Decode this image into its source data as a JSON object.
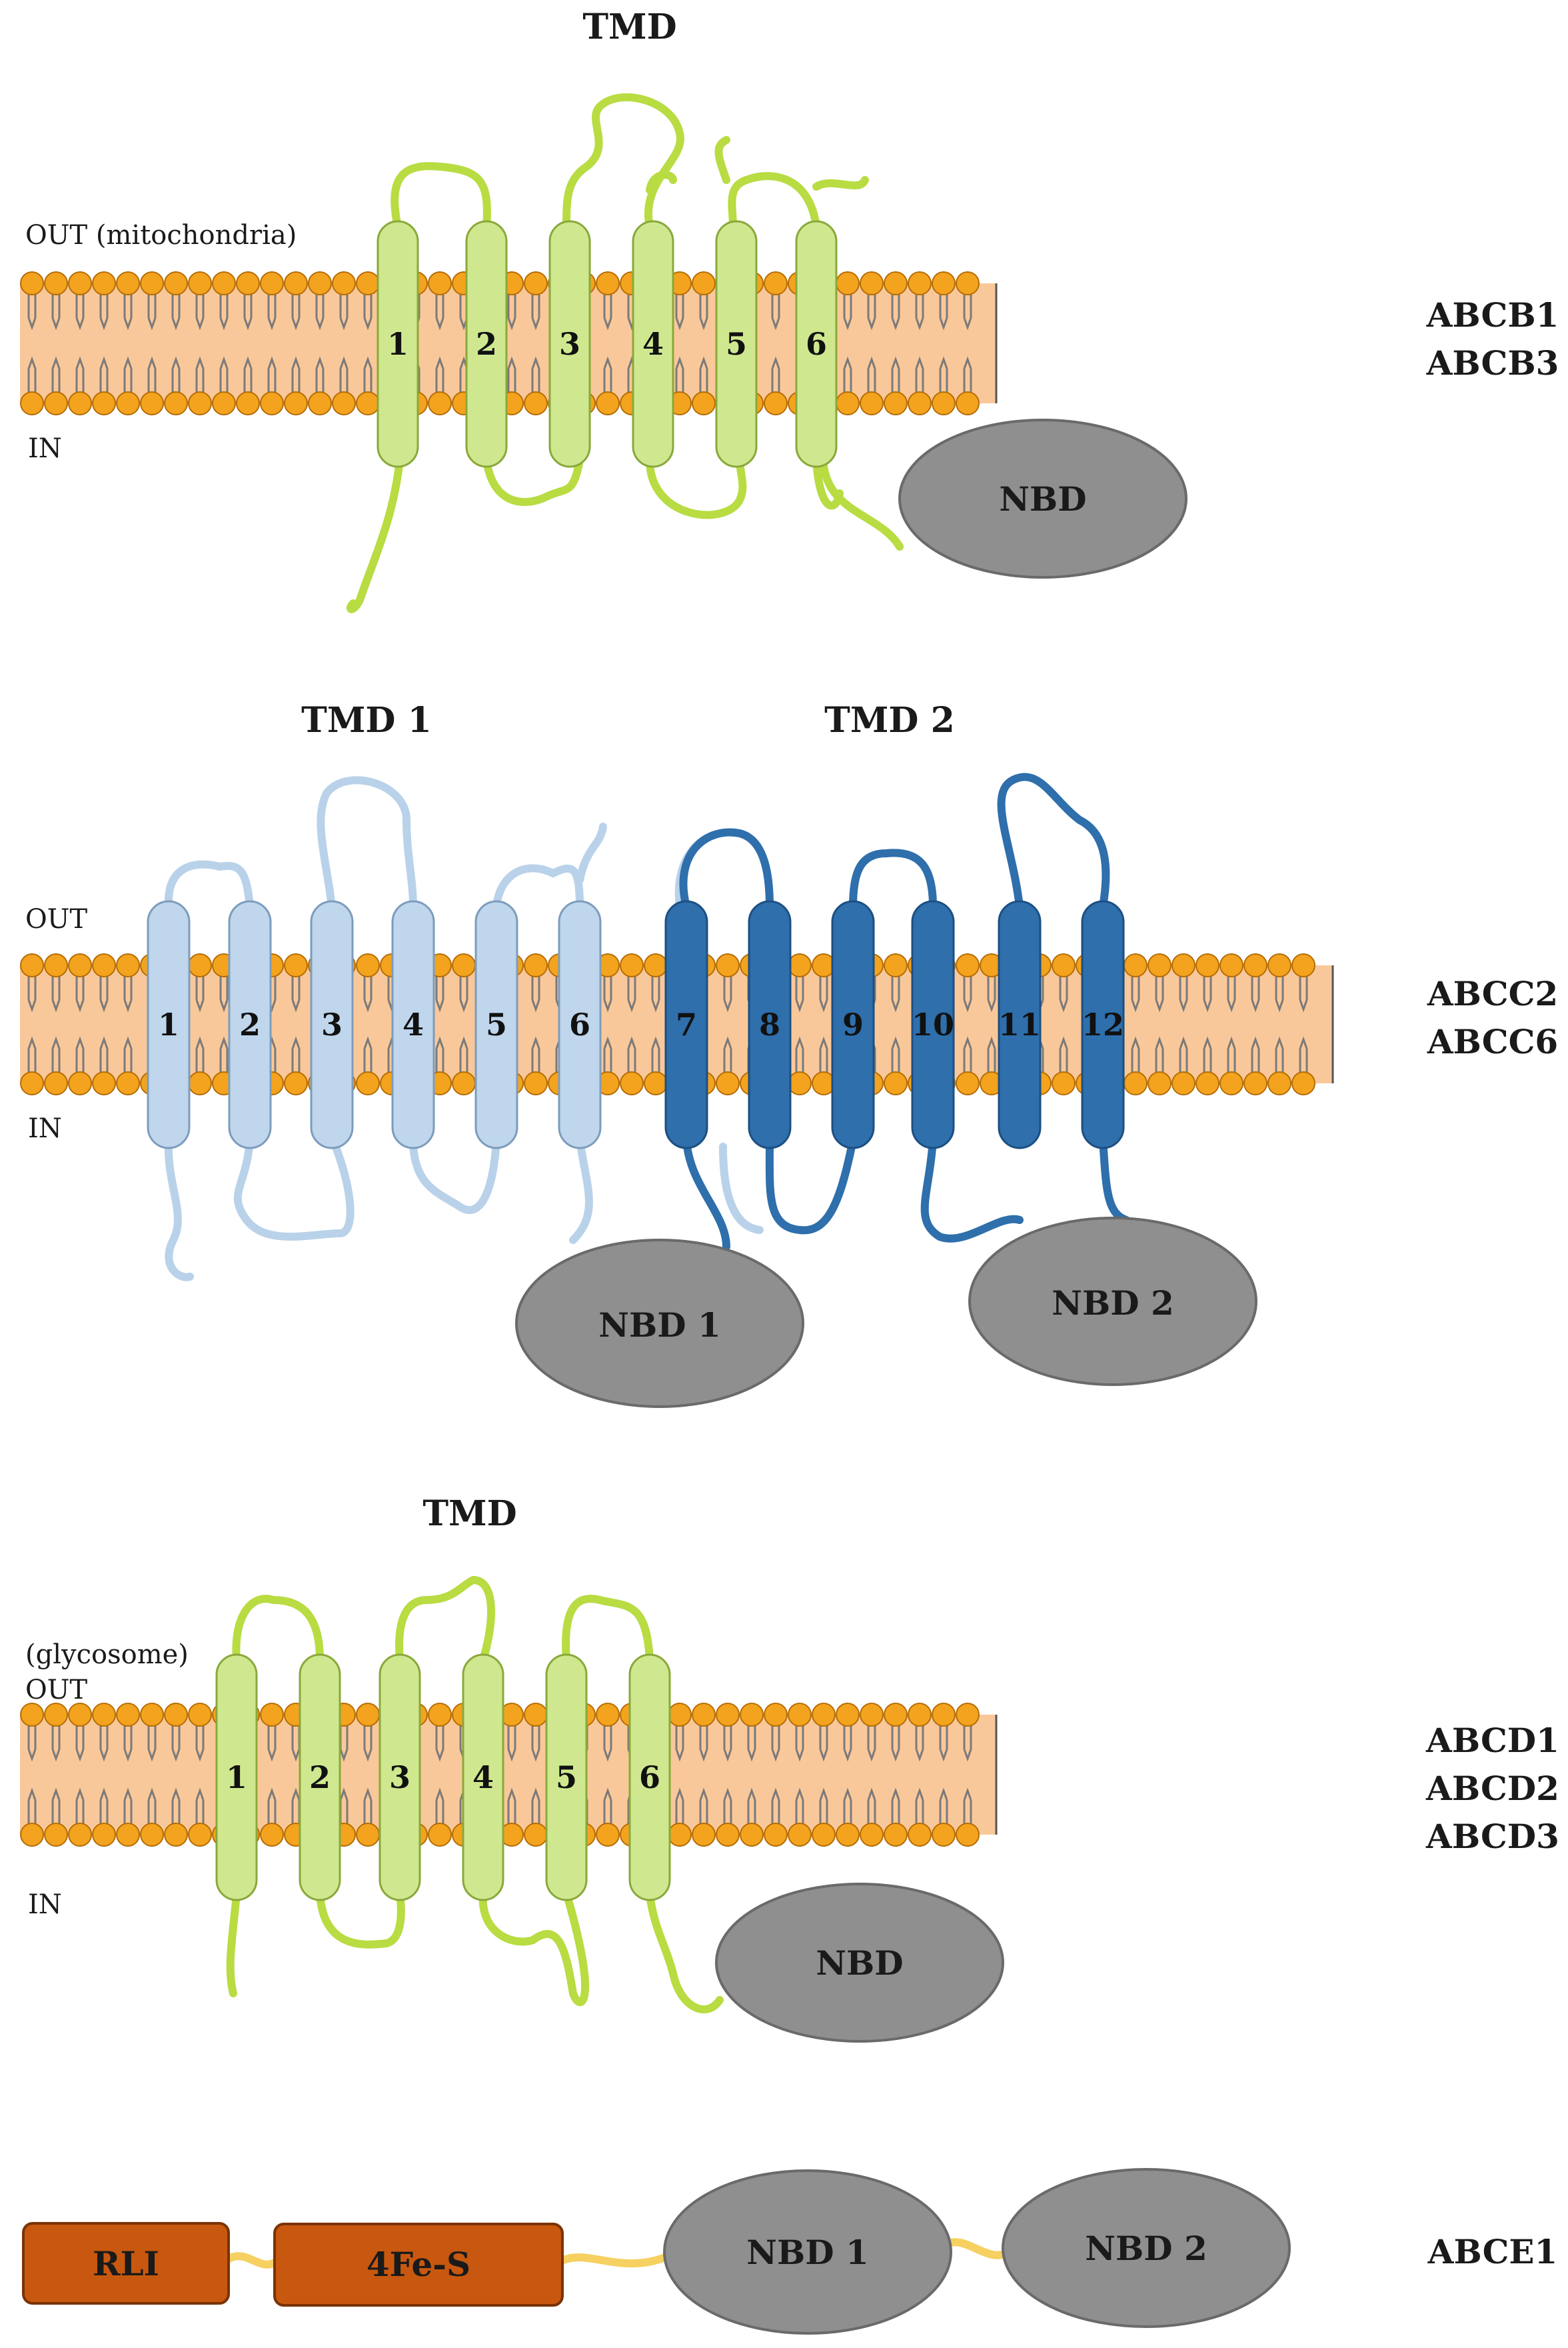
{
  "colors": {
    "membrane_fill": "#f9c89a",
    "head": "#f3a31e",
    "head_edge": "#b56d05",
    "tail": "#7a7a7a",
    "helix_green": "#cfe88f",
    "helix_green_edge": "#8aa83a",
    "loop_green": "#b8dc42",
    "helix_lightblue": "#bfd6ec",
    "helix_lightblue_edge": "#7d9cbd",
    "loop_lightblue": "#b9d2ea",
    "helix_darkblue": "#2e6fac",
    "helix_darkblue_edge": "#1d4f82",
    "nbd": "#8f8f8f",
    "nbd_edge": "#6a6a6a",
    "domain_box": "#c8580f",
    "domain_box_edge": "#7a3306",
    "linker": "#f6d060"
  },
  "panel1": {
    "tmd_label": "TMD",
    "out_label": "OUT (mitochondria)",
    "in_label": "IN",
    "helices": [
      "1",
      "2",
      "3",
      "4",
      "5",
      "6"
    ],
    "nbd_label": "NBD",
    "families": [
      "ABCB1",
      "ABCB3"
    ]
  },
  "panel2": {
    "tmd1_label": "TMD 1",
    "tmd2_label": "TMD 2",
    "out_label": "OUT",
    "in_label": "IN",
    "helices": [
      "1",
      "2",
      "3",
      "4",
      "5",
      "6",
      "7",
      "8",
      "9",
      "10",
      "11",
      "12"
    ],
    "nbd1_label": "NBD 1",
    "nbd2_label": "NBD 2",
    "families": [
      "ABCC2",
      "ABCC6"
    ]
  },
  "panel3": {
    "tmd_label": "TMD",
    "out_label_1": "(glycosome)",
    "out_label_2": "OUT",
    "in_label": "IN",
    "helices": [
      "1",
      "2",
      "3",
      "4",
      "5",
      "6"
    ],
    "nbd_label": "NBD",
    "families": [
      "ABCD1",
      "ABCD2",
      "ABCD3"
    ]
  },
  "panel4": {
    "rli_label": "RLI",
    "fes_label": "4Fe-S",
    "nbd1_label": "NBD 1",
    "nbd2_label": "NBD 2",
    "families": [
      "ABCE1"
    ]
  }
}
